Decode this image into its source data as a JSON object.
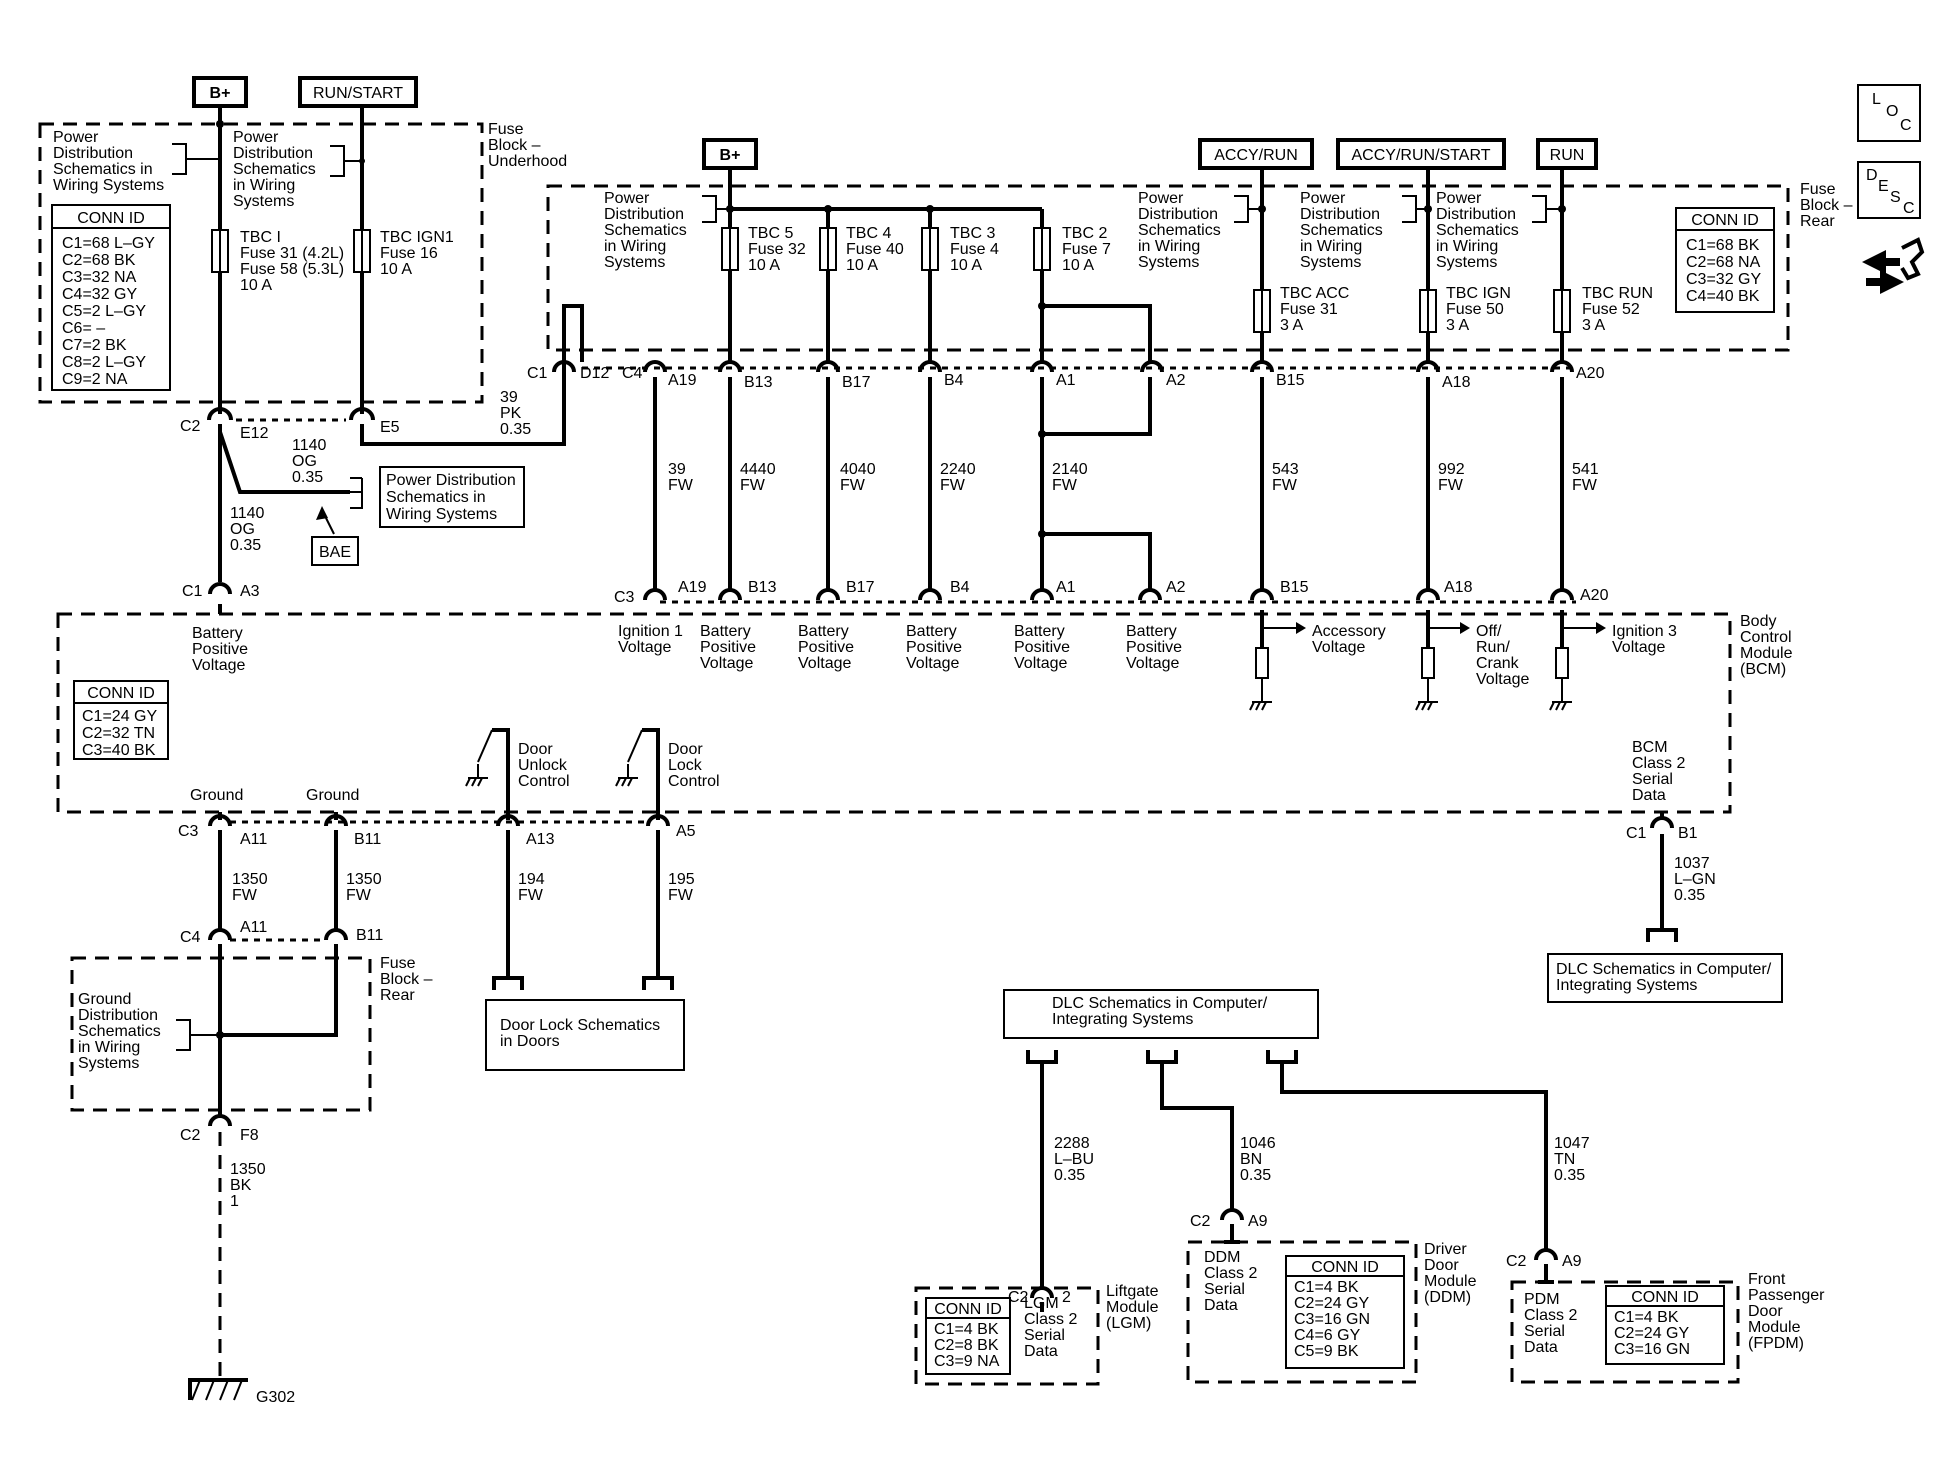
{
  "sources": {
    "bplus_left": "B+",
    "run_start": "RUN/START",
    "bplus_mid": "B+",
    "accy_run": "ACCY/RUN",
    "accy_run_start": "ACCY/RUN/START",
    "run": "RUN"
  },
  "icons": {
    "loc": [
      "L",
      "O",
      "C"
    ],
    "desc": [
      "D",
      "E",
      "S",
      "C"
    ]
  },
  "uh": {
    "title": [
      "Fuse",
      "Block –",
      "Underhood"
    ],
    "pd1": [
      "Power",
      "Distribution",
      "Schematics in",
      "Wiring Systems"
    ],
    "pd2": [
      "Power",
      "Distribution",
      "Schematics",
      "in Wiring",
      "Systems"
    ],
    "conn_title": "CONN ID",
    "conn": [
      "C1=68 L–GY",
      "C2=68 BK",
      "C3=32 NA",
      "C4=32 GY",
      "C5=2 L–GY",
      "C6= –",
      "C7=2 BK",
      "C8=2 L–GY",
      "C9=2 NA"
    ],
    "fuse_i": [
      "TBC I",
      "Fuse 31 (4.2L)",
      "Fuse 58 (5.3L)",
      "10 A"
    ],
    "fuse_ign1": [
      "TBC IGN1",
      "Fuse 16",
      "10 A"
    ]
  },
  "rear": {
    "title": [
      "Fuse",
      "Block –",
      "Rear"
    ],
    "conn_title": "CONN ID",
    "conn": [
      "C1=68 BK",
      "C2=68 NA",
      "C3=32 GY",
      "C4=40 BK"
    ],
    "pd": [
      "Power",
      "Distribution",
      "Schematics",
      "in Wiring",
      "Systems"
    ],
    "fuses": [
      [
        "TBC 5",
        "Fuse 32",
        "10 A"
      ],
      [
        "TBC 4",
        "Fuse 40",
        "10 A"
      ],
      [
        "TBC 3",
        "Fuse 4",
        "10 A"
      ],
      [
        "TBC 2",
        "Fuse 7",
        "10 A"
      ],
      [
        "TBC ACC",
        "Fuse 31",
        "3 A"
      ],
      [
        "TBC IGN",
        "Fuse 50",
        "3 A"
      ],
      [
        "TBC RUN",
        "Fuse 52",
        "3 A"
      ]
    ]
  },
  "pins": {
    "c2": "C2",
    "e12": "E12",
    "e5": "E5",
    "c1": "C1",
    "d12": "D12",
    "c4": "C4",
    "top_row": [
      "A19",
      "B13",
      "B17",
      "B4",
      "A1",
      "A2",
      "B15",
      "A18",
      "A20"
    ],
    "c3": "C3",
    "a3": "A3",
    "c1b": "C1",
    "bot_c3": "C3",
    "a11": "A11",
    "b11": "B11",
    "a13": "A13",
    "a5": "A5",
    "c4b": "C4",
    "a11b": "A11",
    "b11b": "B11",
    "c2f": "C2",
    "f8": "F8",
    "c1bcm": "C1",
    "b1": "B1",
    "c2lgm": "C2",
    "p2": "2",
    "c2ddm": "C2",
    "a9d": "A9",
    "c2pdm": "C2",
    "a9p": "A9"
  },
  "wires": {
    "w39pk": [
      "39",
      "PK",
      "0.35"
    ],
    "w1140a": [
      "1140",
      "OG",
      "0.35"
    ],
    "w1140b": [
      "1140",
      "OG",
      "0.35"
    ],
    "vert": [
      [
        "39",
        "FW"
      ],
      [
        "4440",
        "FW"
      ],
      [
        "4040",
        "FW"
      ],
      [
        "2240",
        "FW"
      ],
      [
        "2140",
        "FW"
      ],
      [
        "543",
        "FW"
      ],
      [
        "992",
        "FW"
      ],
      [
        "541",
        "FW"
      ]
    ],
    "w1350a": [
      "1350",
      "FW"
    ],
    "w1350b": [
      "1350",
      "FW"
    ],
    "w194": [
      "194",
      "FW"
    ],
    "w195": [
      "195",
      "FW"
    ],
    "w1350c": [
      "1350",
      "BK",
      "1"
    ],
    "w1037": [
      "1037",
      "L–GN",
      "0.35"
    ],
    "w2288": [
      "2288",
      "L–BU",
      "0.35"
    ],
    "w1046": [
      "1046",
      "BN",
      "0.35"
    ],
    "w1047": [
      "1047",
      "TN",
      "0.35"
    ]
  },
  "refs": {
    "pd_box": [
      "Power Distribution",
      "Schematics in",
      "Wiring Systems"
    ],
    "bae": "BAE",
    "dlc_right": [
      "DLC Schematics in Computer/",
      "Integrating Systems"
    ],
    "dlc_center": [
      "DLC Schematics in Computer/",
      "Integrating Systems"
    ],
    "door_lock": [
      "Door Lock Schematics",
      "in Doors"
    ],
    "ground_dist": [
      "Ground",
      "Distribution",
      "Schematics",
      "in Wiring",
      "Systems"
    ]
  },
  "bcm": {
    "title": [
      "Body",
      "Control",
      "Module",
      "(BCM)"
    ],
    "conn_title": "CONN ID",
    "conn": [
      "C1=24 GY",
      "C2=32 TN",
      "C3=40 BK"
    ],
    "batt_left": [
      "Battery",
      "Positive",
      "Voltage"
    ],
    "inputs": [
      [
        "Ignition 1",
        "Voltage"
      ],
      [
        "Battery",
        "Positive",
        "Voltage"
      ],
      [
        "Battery",
        "Positive",
        "Voltage"
      ],
      [
        "Battery",
        "Positive",
        "Voltage"
      ],
      [
        "Battery",
        "Positive",
        "Voltage"
      ],
      [
        "Battery",
        "Positive",
        "Voltage"
      ]
    ],
    "acc": [
      "Accessory",
      "Voltage"
    ],
    "offrun": [
      "Off/",
      "Run/",
      "Crank",
      "Voltage"
    ],
    "ign3": [
      "Ignition 3",
      "Voltage"
    ],
    "ground1": "Ground",
    "ground2": "Ground",
    "unlock": [
      "Door",
      "Unlock",
      "Control"
    ],
    "lock": [
      "Door",
      "Lock",
      "Control"
    ],
    "serial": [
      "BCM",
      "Class 2",
      "Serial",
      "Data"
    ]
  },
  "fuse_rear_block": {
    "title": [
      "Fuse",
      "Block –",
      "Rear"
    ]
  },
  "ground": "G302",
  "lgm": {
    "conn_title": "CONN ID",
    "conn": [
      "C1=4 BK",
      "C2=8 BK",
      "C3=9 NA"
    ],
    "data": [
      "LGM",
      "Class 2",
      "Serial",
      "Data"
    ],
    "title": [
      "Liftgate",
      "Module",
      "(LGM)"
    ]
  },
  "ddm": {
    "conn_title": "CONN ID",
    "conn": [
      "C1=4 BK",
      "C2=24 GY",
      "C3=16 GN",
      "C4=6 GY",
      "C5=9 BK"
    ],
    "data": [
      "DDM",
      "Class 2",
      "Serial",
      "Data"
    ],
    "title": [
      "Driver",
      "Door",
      "Module",
      "(DDM)"
    ]
  },
  "pdm": {
    "conn_title": "CONN ID",
    "conn": [
      "C1=4 BK",
      "C2=24 GY",
      "C3=16 GN"
    ],
    "data": [
      "PDM",
      "Class 2",
      "Serial",
      "Data"
    ],
    "title": [
      "Front",
      "Passenger",
      "Door",
      "Module",
      "(FPDM)"
    ]
  }
}
